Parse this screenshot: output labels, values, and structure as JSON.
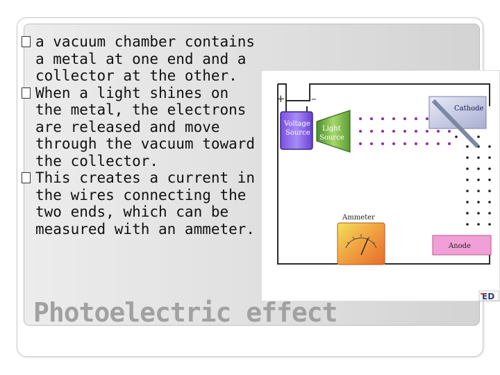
{
  "bullets": [
    "a vacuum chamber contains a metal at one end and a collector at the other.",
    "When a light shines on the metal, the electrons are released and move through the vacuum toward the collector.",
    "This creates a current in the wires connecting the two ends, which can be measured with an ammeter."
  ],
  "title": "Photoelectric effect",
  "diagram": {
    "plus": "+",
    "minus": "–",
    "voltage_source": [
      "Voltage",
      "Source"
    ],
    "light_source": [
      "Light",
      "Source"
    ],
    "cathode": "Cathode",
    "anode": "Anode",
    "ammeter": "Ammeter",
    "logo": "ED"
  }
}
